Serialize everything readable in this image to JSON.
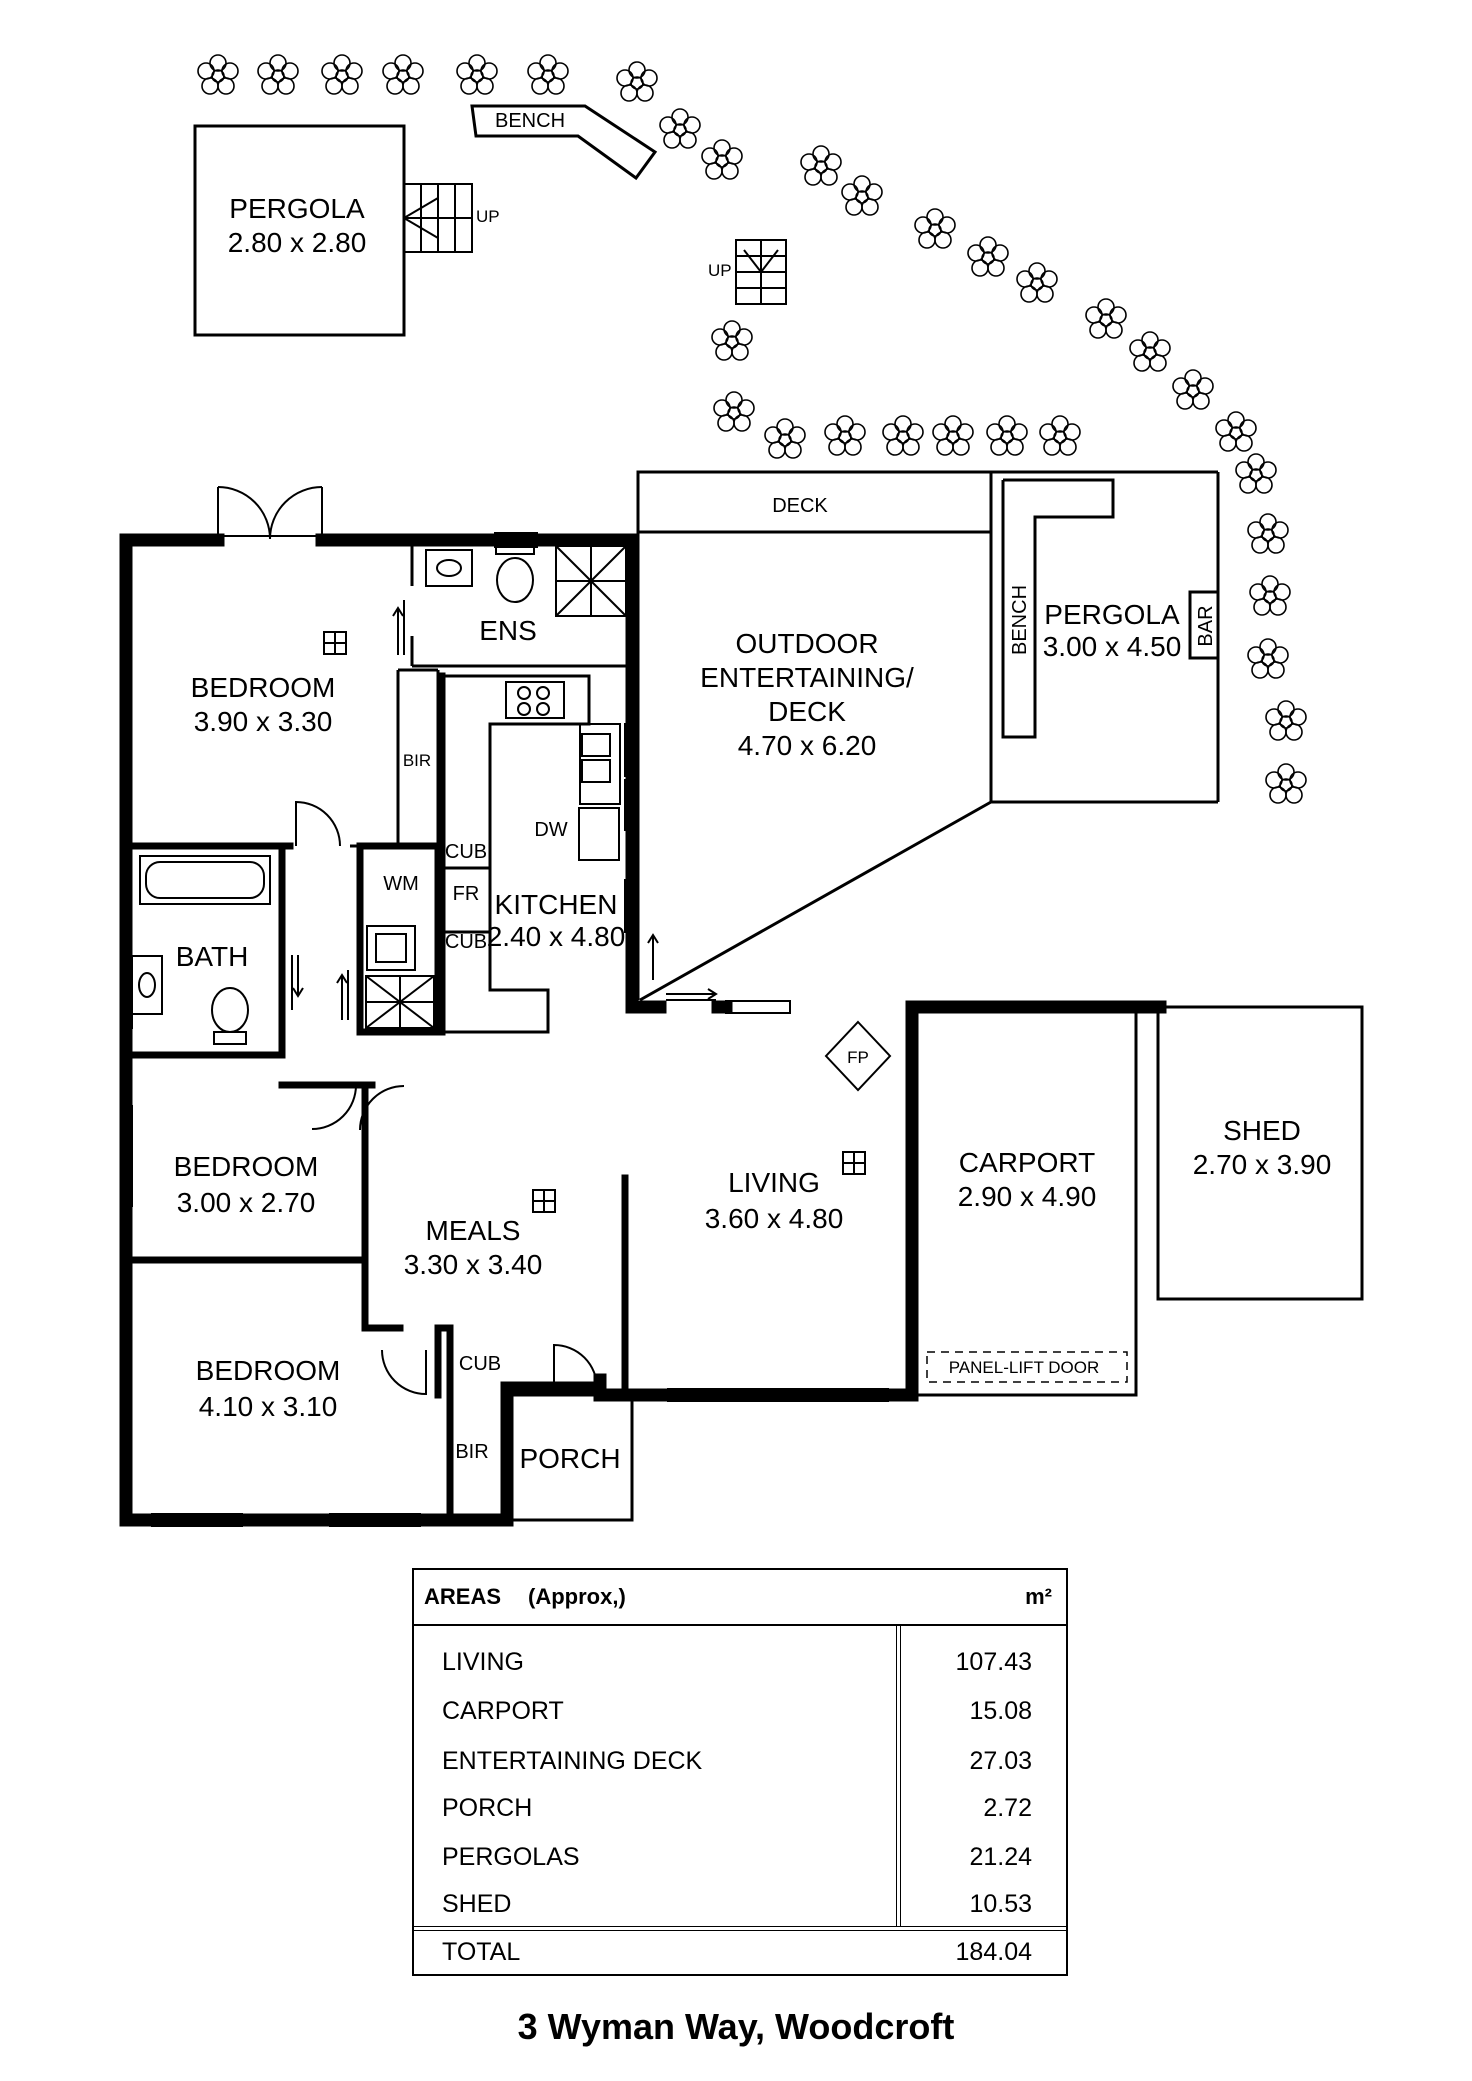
{
  "address": "3 Wyman Way, Woodcroft",
  "rooms": {
    "pergola_1": {
      "name": "PERGOLA",
      "size": "2.80 x 2.80"
    },
    "bench_top": "BENCH",
    "up_1": "UP",
    "up_2": "UP",
    "deck": "DECK",
    "outdoor": {
      "line1": "OUTDOOR",
      "line2": "ENTERTAINING/",
      "line3": "DECK",
      "size": "4.70 x 6.20"
    },
    "bench_side": "BENCH",
    "pergola_2": {
      "name": "PERGOLA",
      "size": "3.00 x 4.50"
    },
    "bar": "BAR",
    "ens": "ENS",
    "bedroom_1": {
      "name": "BEDROOM",
      "size": "3.90 x 3.30"
    },
    "bir_1": "BIR",
    "dw": "DW",
    "cub_1": "CUB",
    "fr": "FR",
    "cub_2": "CUB",
    "wm": "WM",
    "kitchen": {
      "name": "KITCHEN",
      "size": "2.40 x 4.80"
    },
    "bath": "BATH",
    "fp": "FP",
    "bedroom_2": {
      "name": "BEDROOM",
      "size": "3.00 x 2.70"
    },
    "meals": {
      "name": "MEALS",
      "size": "3.30 x 3.40"
    },
    "living": {
      "name": "LIVING",
      "size": "3.60 x 4.80"
    },
    "carport": {
      "name": "CARPORT",
      "size": "2.90 x 4.90"
    },
    "panel_lift": "PANEL-LIFT DOOR",
    "shed": {
      "name": "SHED",
      "size": "2.70 x 3.90"
    },
    "bedroom_3": {
      "name": "BEDROOM",
      "size": "4.10 x 3.10"
    },
    "cub_3": "CUB",
    "bir_2": "BIR",
    "porch": "PORCH"
  },
  "areas": {
    "title": "AREAS",
    "subtitle": "(Approx,)",
    "unit": "m²",
    "rows": [
      {
        "name": "LIVING",
        "value": "107.43"
      },
      {
        "name": "CARPORT",
        "value": "15.08"
      },
      {
        "name": "ENTERTAINING DECK",
        "value": "27.03"
      },
      {
        "name": "PORCH",
        "value": "2.72"
      },
      {
        "name": "PERGOLAS",
        "value": "21.24"
      },
      {
        "name": "SHED",
        "value": "10.53"
      }
    ],
    "total": {
      "name": "TOTAL",
      "value": "184.04"
    }
  }
}
